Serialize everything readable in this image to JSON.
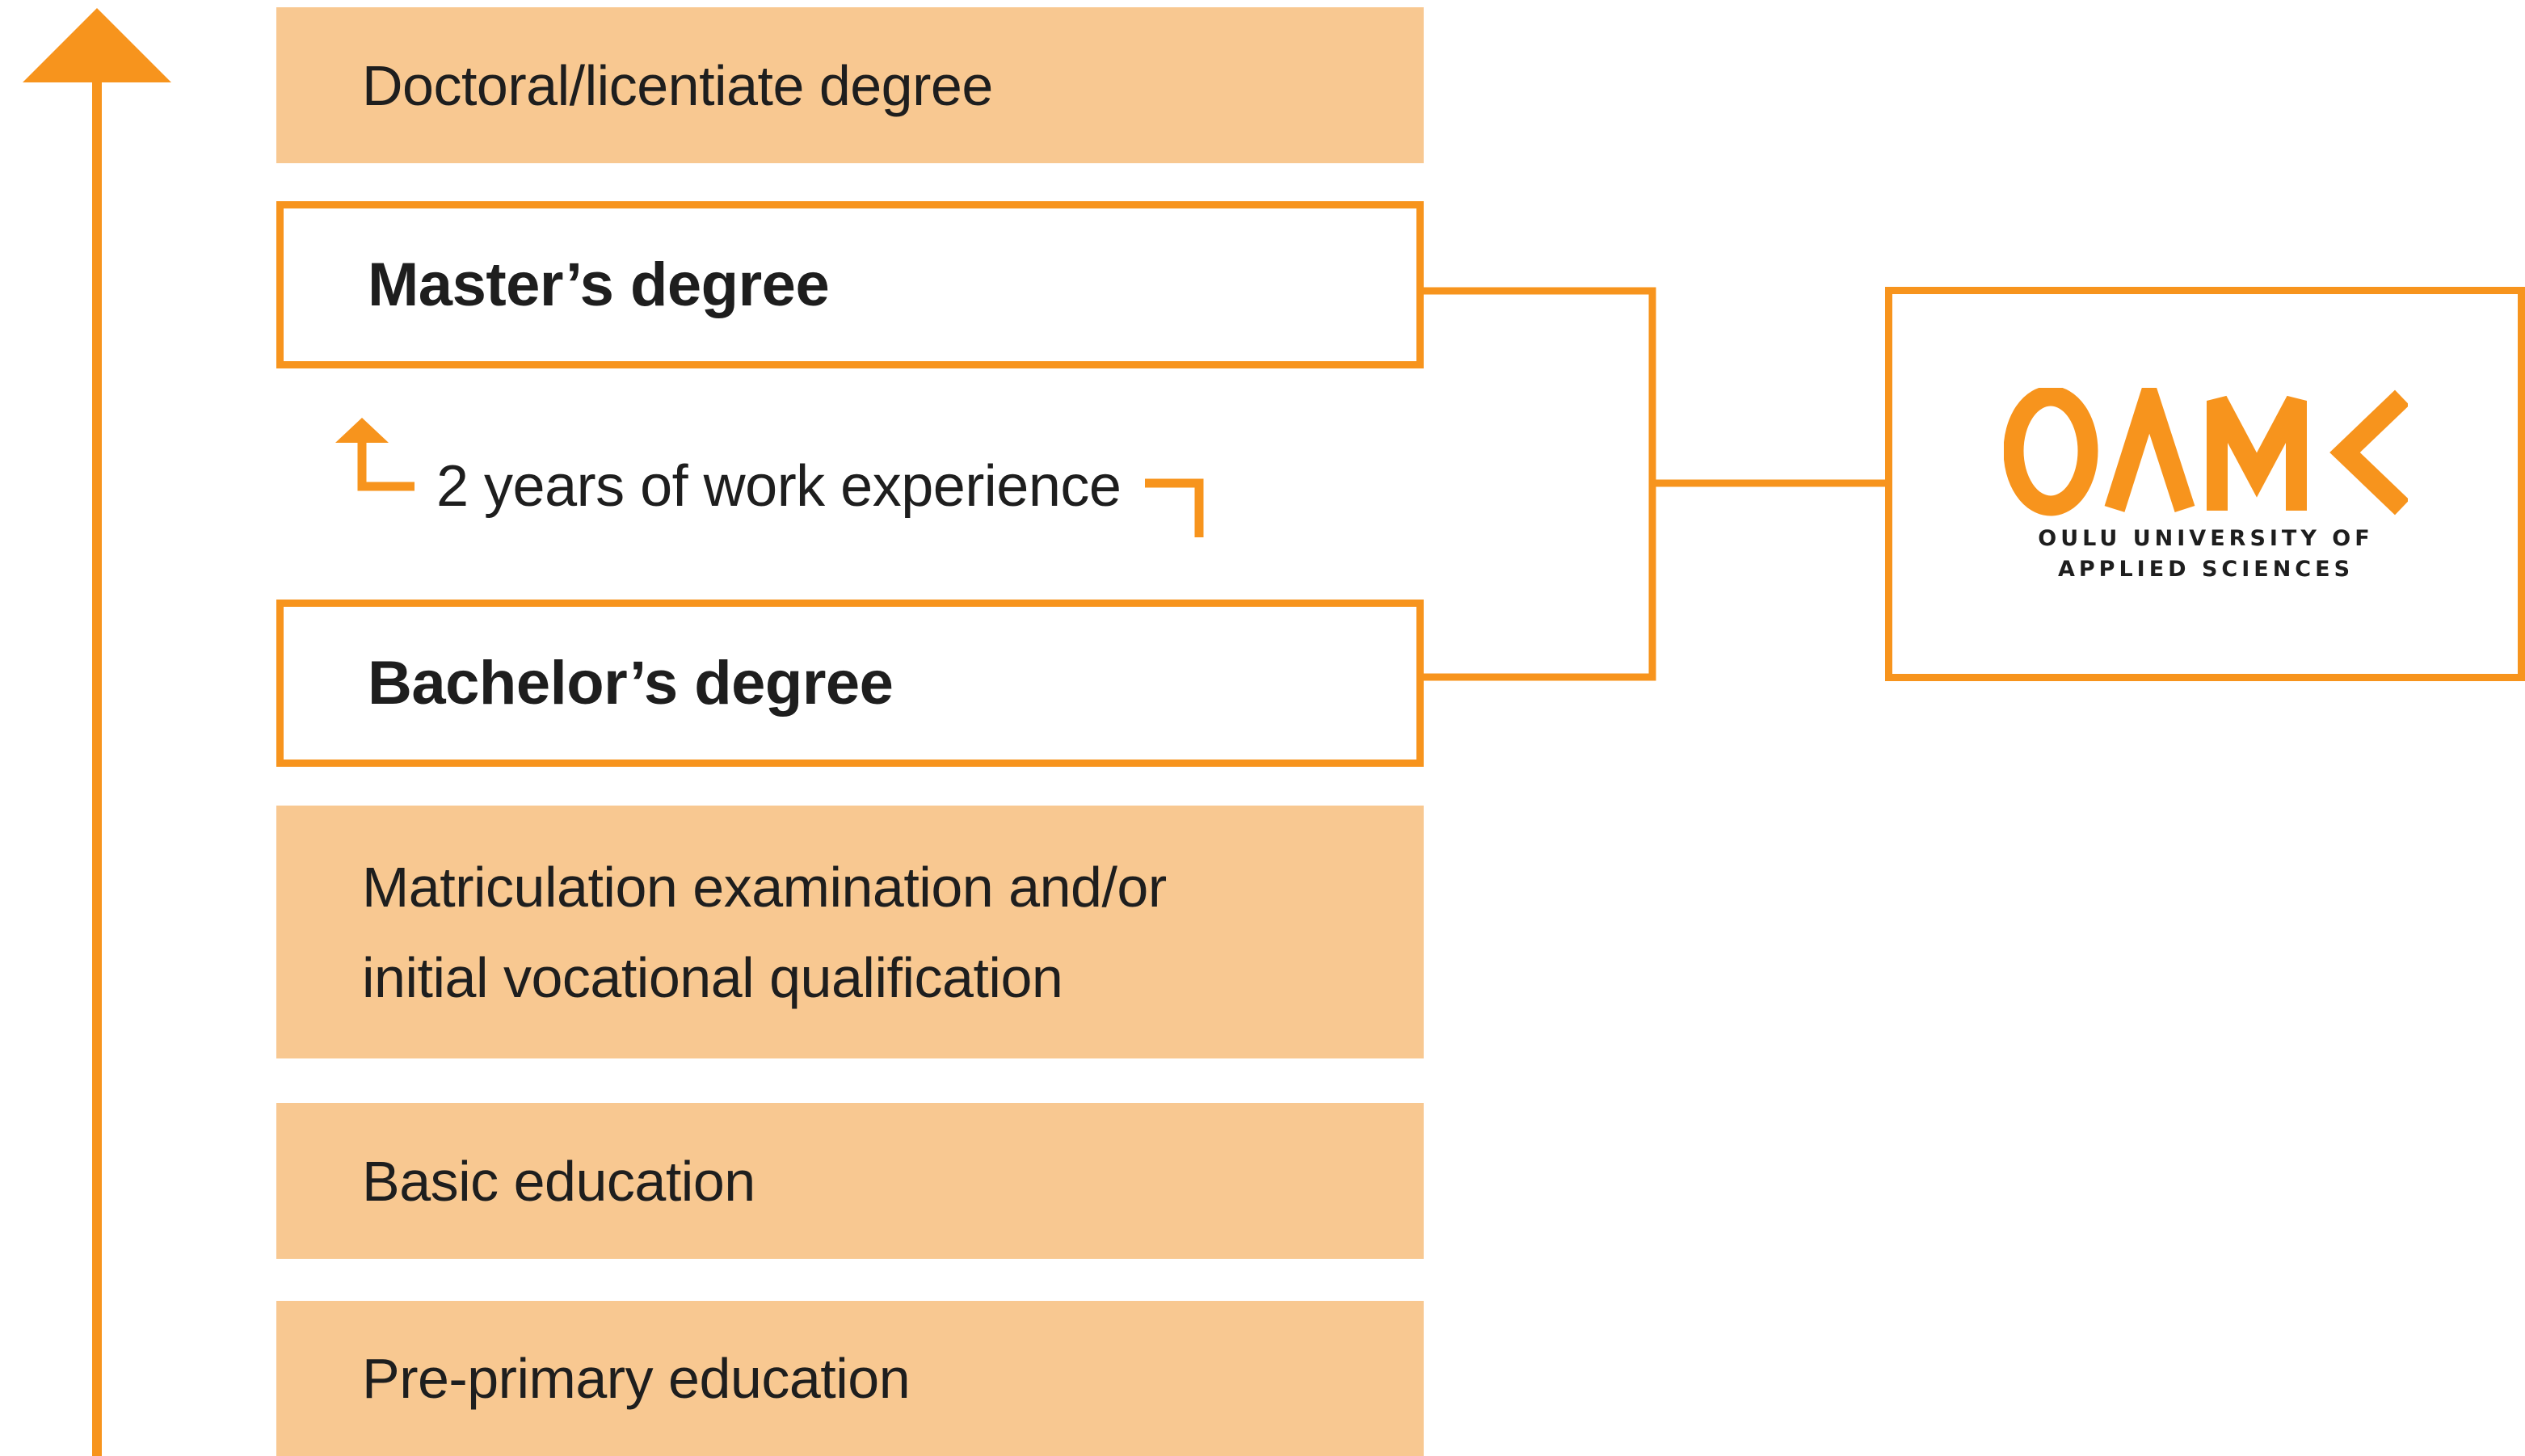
{
  "colors": {
    "accent": "#f7941d",
    "fill": "#f8c891",
    "text": "#1e1e1e"
  },
  "levels": {
    "doctoral": "Doctoral/licentiate degree",
    "masters": "Master’s degree",
    "bachelors": "Bachelor’s degree",
    "matriculation_line1": "Matriculation examination and/or",
    "matriculation_line2": "initial vocational qualification",
    "basic": "Basic education",
    "preprimary": "Pre-primary education"
  },
  "work_experience_note": "2 years of work experience",
  "logo": {
    "wordmark": "OAMK",
    "subtitle_line1": "OULU UNIVERSITY OF",
    "subtitle_line2": "APPLIED SCIENCES"
  },
  "icons": {
    "progression_arrow": "arrow-up-icon",
    "work_arrow": "bent-arrow-up-icon"
  }
}
